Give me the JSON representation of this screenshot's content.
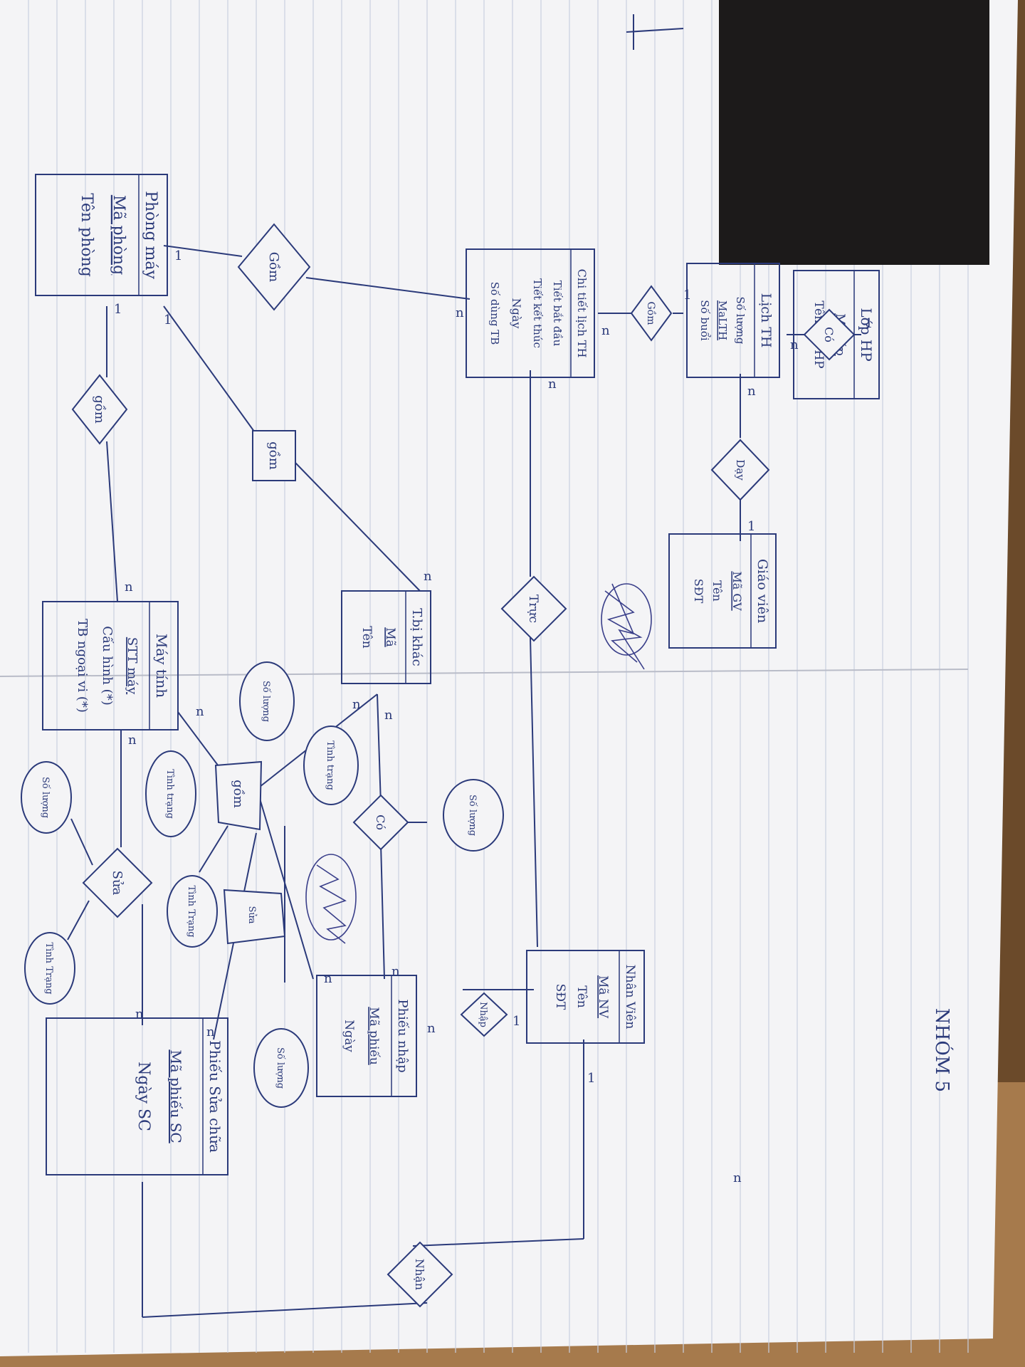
{
  "group_label": "NHÓM 5",
  "entities": {
    "lop_hp": {
      "title": "Lớp HP",
      "attrs": [
        "Mã lớp",
        "Tên lớp HP"
      ]
    },
    "lich_th": {
      "title": "Lịch TH",
      "attrs": [
        "Số lượng",
        "MaLTH",
        "Số buổi"
      ]
    },
    "giao_vien": {
      "title": "Giáo viên",
      "attrs": [
        "Mã GV",
        "Tên",
        "SĐT"
      ]
    },
    "chi_tiet_lich_th": {
      "title": "Chi tiết lịch TH",
      "attrs": [
        "Tiết bắt đầu",
        "Tiết kết thúc",
        "Ngày",
        "Số dùng TB"
      ]
    },
    "phong_may": {
      "title": "Phòng máy",
      "attrs": [
        "Mã phòng",
        "Tên phòng"
      ]
    },
    "may_tinh": {
      "title": "Máy tính",
      "attrs": [
        "STT máy",
        "Cấu hình (*)",
        "TB ngoại vi (*)"
      ]
    },
    "tb_khac": {
      "title": "T.bị khác",
      "attrs": [
        "Mã",
        "Tên"
      ]
    },
    "nhan_vien": {
      "title": "Nhân Viên",
      "attrs": [
        "Mã NV",
        "Tên",
        "SĐT"
      ]
    },
    "phieu_nhap": {
      "title": "Phiếu nhập",
      "attrs": [
        "Mã phiếu",
        "Ngày"
      ]
    },
    "phieu_sua_chua": {
      "title": "Phiếu Sửa chữa",
      "attrs": [
        "Mã phiếu SC",
        "Ngày SC"
      ]
    }
  },
  "relationships": {
    "co_top": "Có",
    "gom_1": "Gồm",
    "day": "Dạy",
    "gom_2": "Gồm",
    "truc": "Trực",
    "gom_3": "gồm",
    "gom_4": "gồm",
    "gom_5": "gồm",
    "co_mid": "Có",
    "sua_1": "Sửa",
    "sua_2": "Sửa",
    "nhap": "Nhập",
    "nhan": "Nhận"
  },
  "attributes": {
    "so_luong_1": "Số lượng",
    "so_luong_2": "Số lượng",
    "so_luong_3": "Số lượng",
    "so_luong_4": "Số lượng",
    "tinh_trang_1": "Tình trạng",
    "tinh_trang_2": "Tình trạng",
    "tinh_trang_3": "Tình Trạng",
    "tinh_trang_4": "Tình Trạng"
  },
  "cardinalities": {
    "one": "1",
    "many": "n"
  },
  "colors": {
    "ink": "#2b3a7a",
    "paper": "#f4f4f6",
    "table": "#6b4a2a",
    "pad": "#1c1a1a",
    "ruling": "#c7cde0"
  }
}
